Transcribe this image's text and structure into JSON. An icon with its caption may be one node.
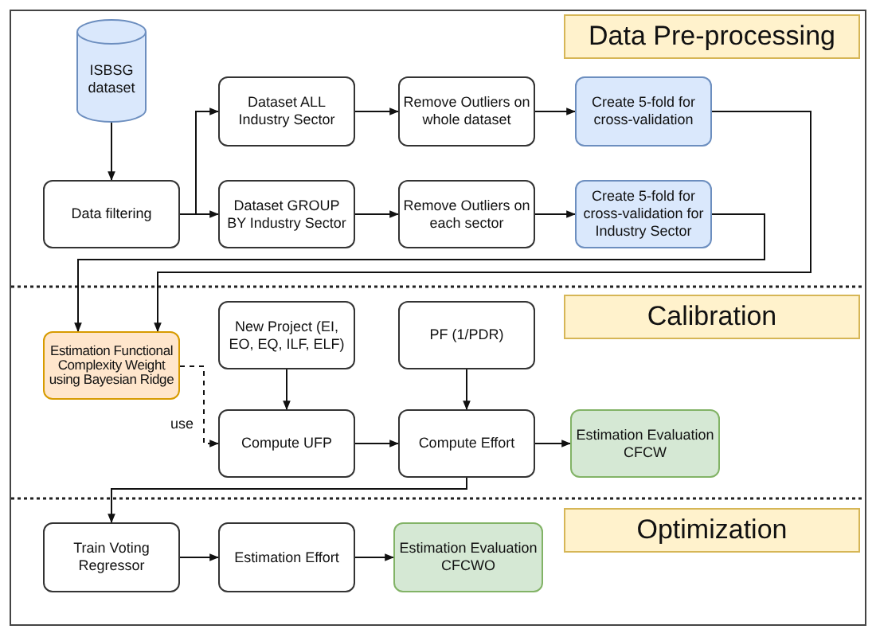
{
  "diagram": {
    "nodes": [
      {
        "text": [
          "Data Pre-processing"
        ]
      },
      {
        "text": [
          "ISBSG dataset"
        ]
      },
      {
        "text": [
          "Data filtering"
        ]
      },
      {
        "text": [
          "Dataset ALL Industry Sector"
        ]
      },
      {
        "text": [
          "Remove Outliers on whole dataset"
        ]
      },
      {
        "text": [
          "Create 5-fold for cross-validation"
        ]
      },
      {
        "text": [
          "Dataset GROUP BY Industry Sector"
        ]
      },
      {
        "text": [
          "Remove Outliers on each sector"
        ]
      },
      {
        "text": [
          "Create 5-fold for cross-validation for Industry Sector"
        ]
      },
      {
        "text": [
          "Calibration"
        ]
      },
      {
        "text": [
          "Estimation Functional Complexity Weight using Bayesian Ridge"
        ]
      },
      {
        "text": [
          "New Project (EI, EO, EQ, ILF, ELF)"
        ]
      },
      {
        "text": [
          "PF (1/PDR)"
        ]
      },
      {
        "text": [
          "Compute UFP"
        ]
      },
      {
        "text": [
          "Compute Effort"
        ]
      },
      {
        "text": [
          "Estimation Evaluation CFCW"
        ]
      },
      {
        "text": [
          "Optimization"
        ]
      },
      {
        "text": [
          "Train Voting Regressor"
        ]
      },
      {
        "text": [
          "Estimation Effort"
        ]
      },
      {
        "text": [
          "Estimation Evaluation CFCWO"
        ]
      }
    ],
    "edges": [
      {
        "from": 1,
        "to": 2,
        "arrow": "to"
      },
      {
        "from": 2,
        "to": 3,
        "arrow": "to"
      },
      {
        "from": 2,
        "to": 6,
        "arrow": "to"
      },
      {
        "from": 3,
        "to": 4,
        "arrow": "to"
      },
      {
        "from": 4,
        "to": 5,
        "arrow": "to"
      },
      {
        "from": 6,
        "to": 7,
        "arrow": "to"
      },
      {
        "from": 7,
        "to": 8,
        "arrow": "to"
      },
      {
        "from": 5,
        "to": 10,
        "arrow": "to"
      },
      {
        "from": 8,
        "to": 10,
        "arrow": "to"
      },
      {
        "from": 10,
        "to": 13,
        "arrow": "to",
        "label": "use",
        "style": "dashed"
      },
      {
        "from": 11,
        "to": 13,
        "arrow": "to"
      },
      {
        "from": 12,
        "to": 14,
        "arrow": "to"
      },
      {
        "from": 13,
        "to": 14,
        "arrow": "to"
      },
      {
        "from": 14,
        "to": 15,
        "arrow": "to"
      },
      {
        "from": 14,
        "to": 17,
        "arrow": "to"
      },
      {
        "from": 17,
        "to": 18,
        "arrow": "to"
      },
      {
        "from": 18,
        "to": 19,
        "arrow": "to"
      }
    ]
  }
}
